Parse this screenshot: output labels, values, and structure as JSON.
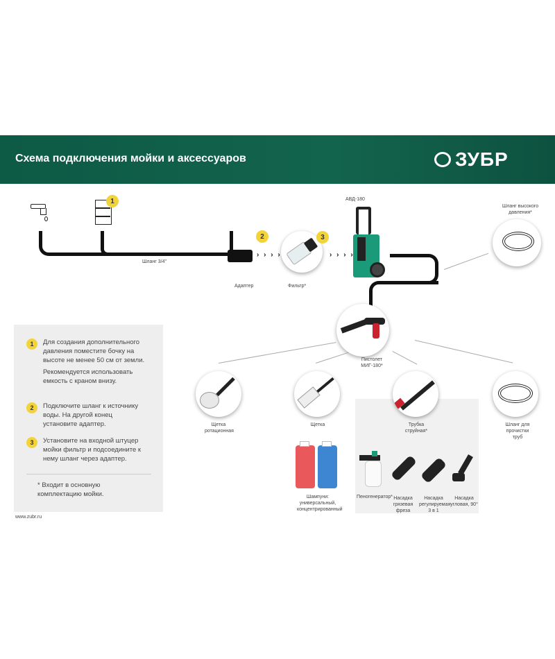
{
  "header": {
    "title": "Схема подключения мойки и аксессуаров",
    "logo": "ЗУБР"
  },
  "diagram": {
    "hose_label": "Шланг 3/4\"",
    "adapter_label": "Адаптер",
    "filter_label": "Фильтр*",
    "washer_label": "АВД-180",
    "hp_hose_label": "Шланг высокого давления*",
    "gun_label": "Пистолет МИГ-180*",
    "badges": [
      "1",
      "2",
      "3"
    ],
    "dots": "› › › ›"
  },
  "accessories": [
    {
      "label": "Щетка ротационная"
    },
    {
      "label": "Щетка"
    },
    {
      "label": "Трубка струйная*"
    },
    {
      "label": "Шланг для прочистки труб"
    }
  ],
  "extras": [
    {
      "label": "Шампуни: универсальный, концентрированный"
    },
    {
      "label": "Пеногенератор*"
    },
    {
      "label": "Насадка грязевая фреза"
    },
    {
      "label": "Насадка регулируемая 3 в 1"
    },
    {
      "label": "Насадка угловая, 90°"
    }
  ],
  "info": {
    "items": [
      {
        "num": "1",
        "text": "Для создания дополнительного давления поместите бочку на высоте не менее 50 см от земли.",
        "text2": "Рекомендуется использовать емкость с краном внизу."
      },
      {
        "num": "2",
        "text": "Подключите шланг к источнику воды. На другой конец установите адаптер."
      },
      {
        "num": "3",
        "text": "Установите на входной штуцер мойки фильтр и подсоедините к нему шланг через адаптер."
      }
    ],
    "note": "* Входит в основную комплектацию мойки."
  },
  "footer": {
    "url": "www.zubr.ru"
  },
  "colors": {
    "brand": "#0d5a45",
    "badge": "#f2d43a",
    "accent": "#1a9a78"
  }
}
